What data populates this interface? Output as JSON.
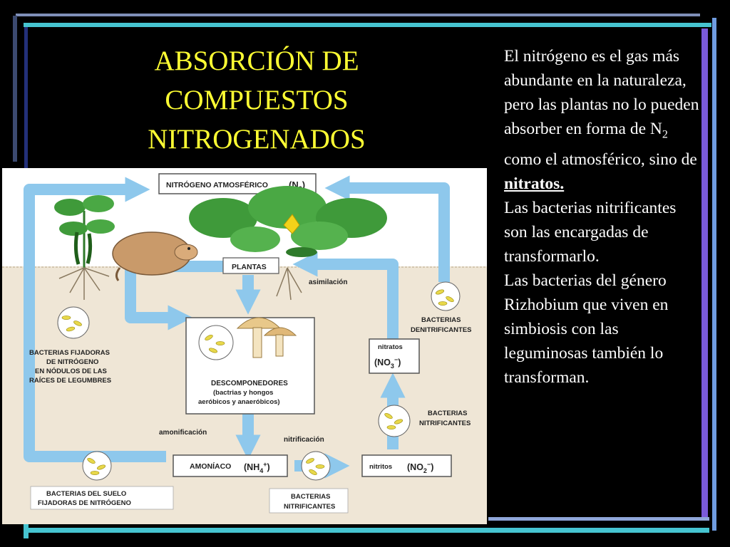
{
  "slide": {
    "title_lines": [
      "ABSORCIÓN DE",
      "COMPUESTOS",
      "NITROGENADOS"
    ],
    "body": {
      "intro_before_sub": "El nitrógeno es el gas más abundante en la naturaleza, pero las plantas no lo pueden absorber en forma de N",
      "intro_sub": "2",
      "intro_after_sub": " como el atmosférico, sino de ",
      "intro_emphasis": "nitratos.",
      "paragraph_2": "Las bacterias nitrificantes son las encargadas de transformarlo.",
      "paragraph_3": "Las bacterias del género Rizhobium que viven en simbiosis con las leguminosas también lo transforman."
    }
  },
  "diagram": {
    "atmospheric_label": "NITRÓGENO ATMOSFÉRICO",
    "atmospheric_formula": "(N",
    "atmospheric_sub": "2",
    "atmospheric_close": ")",
    "plants_label": "PLANTAS",
    "assimilation_label": "asimilación",
    "denitrifying_lines": [
      "BACTERIAS",
      "DENITRIFICANTES"
    ],
    "fixing_nodules_lines": [
      "BACTERIAS FIJADORAS",
      "DE NITRÓGENO",
      "EN NÓDULOS DE LAS",
      "RAÍCES DE LEGUMBRES"
    ],
    "decomposers_lines": [
      "DESCOMPONEDORES",
      "(bactrias y hongos",
      "aeróbicos y anaeróbicos)"
    ],
    "nitrates_label": "nitratos",
    "nitrates_formula": "(NO",
    "nitrates_sub": "3",
    "nitrates_sup": "−",
    "nitrates_close": ")",
    "nitrifying_right_lines": [
      "BACTERIAS",
      "NITRIFICANTES"
    ],
    "ammonification_label": "amonificación",
    "nitrification_label": "nitrificación",
    "ammonia_label": "AMONÍACO",
    "ammonia_formula": "(NH",
    "ammonia_sub": "4",
    "ammonia_sup": "+",
    "ammonia_close": ")",
    "nitrites_label": "nitritos",
    "nitrites_formula": "(NO",
    "nitrites_sub": "2",
    "nitrites_sup": "−",
    "nitrites_close": ")",
    "soil_bacteria_lines": [
      "BACTERIAS DEL SUELO",
      "FIJADORAS DE NITRÓGENO"
    ],
    "nitrifying_bottom_lines": [
      "BACTERIAS",
      "NITRIFICANTES"
    ],
    "colors": {
      "arrow": "#8ec8ec",
      "soil": "#efe6d6",
      "sky": "#ffffff",
      "leaf": "#3f9a3a",
      "bacteria": "#e8d84a"
    }
  }
}
